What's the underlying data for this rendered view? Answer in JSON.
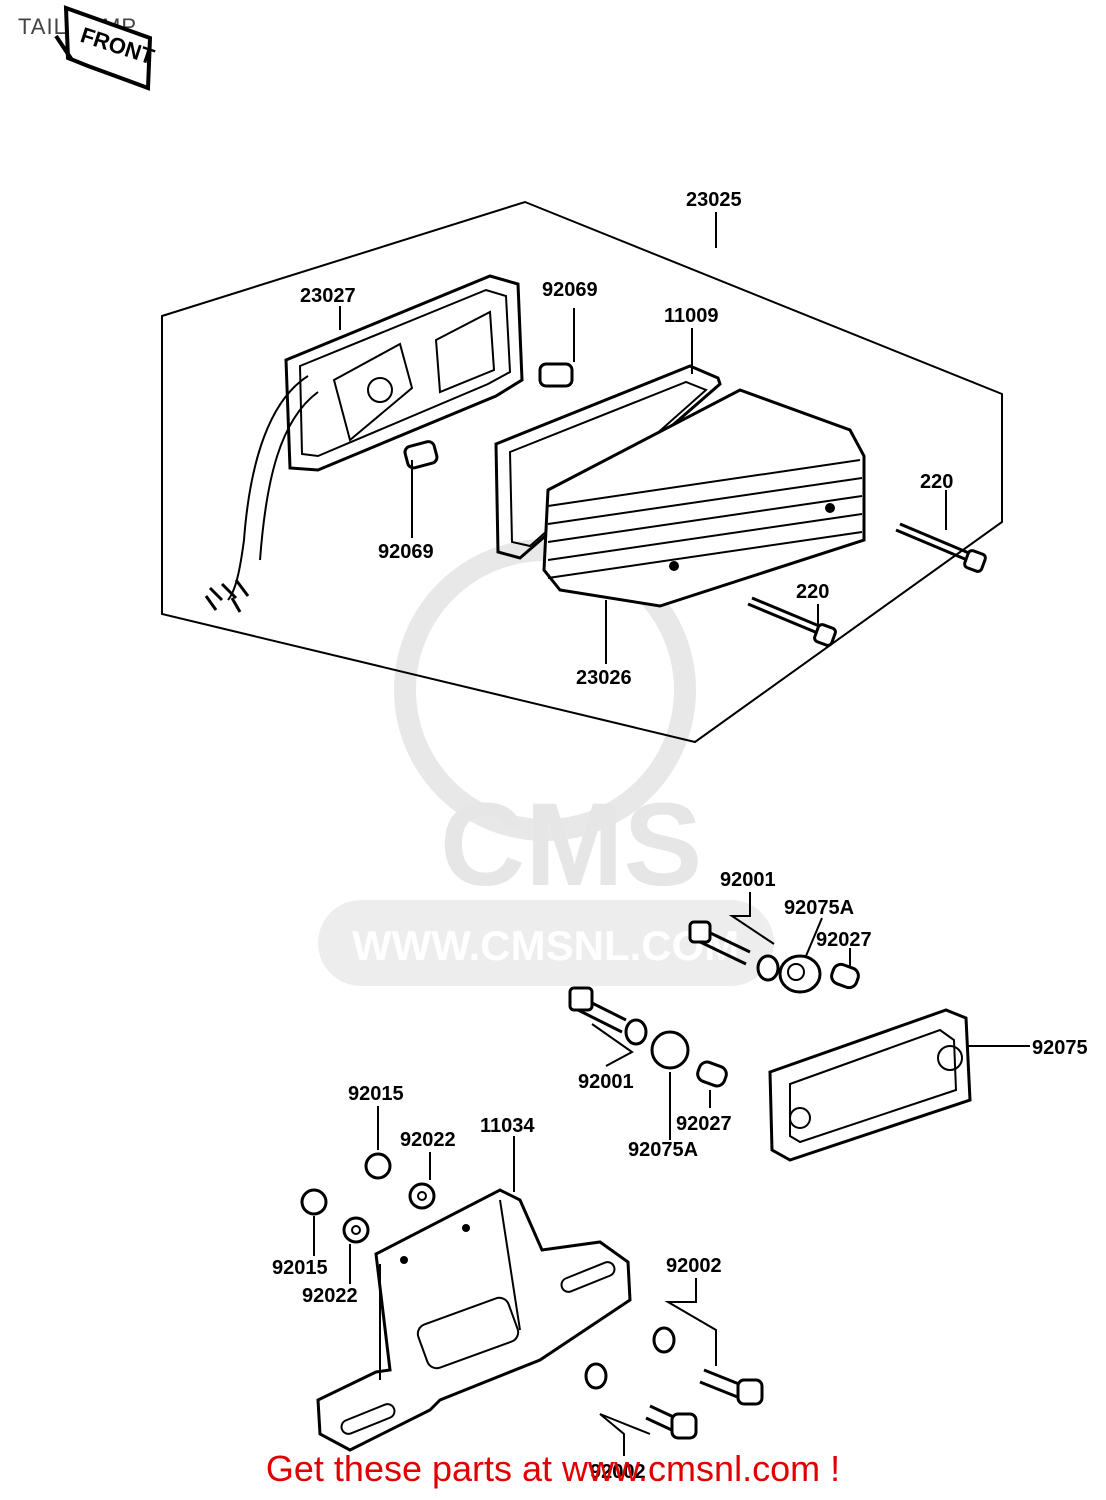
{
  "page": {
    "title": "TAIL LAMP",
    "front_badge": "FRONT",
    "call_to_action": "Get these parts at www.cmsnl.com !"
  },
  "watermark": {
    "brand": "CMS",
    "url": "WWW.CMSNL.COM"
  },
  "callouts": {
    "c23025": "23025",
    "c23027": "23027",
    "c92069_top": "92069",
    "c11009": "11009",
    "c220_right": "220",
    "c92069_bottom": "92069",
    "c220_bottom": "220",
    "c23026": "23026",
    "c92001_upper": "92001",
    "c92075a_upper": "92075A",
    "c92027_upper": "92027",
    "c92001_lower": "92001",
    "c92075": "92075",
    "c92027_lower": "92027",
    "c92075a_lower": "92075A",
    "c92015_top": "92015",
    "c11034": "11034",
    "c92022_top": "92022",
    "c92015_bottom": "92015",
    "c92022_bottom": "92022",
    "c92002_right": "92002",
    "c92002_bottom": "92002"
  }
}
